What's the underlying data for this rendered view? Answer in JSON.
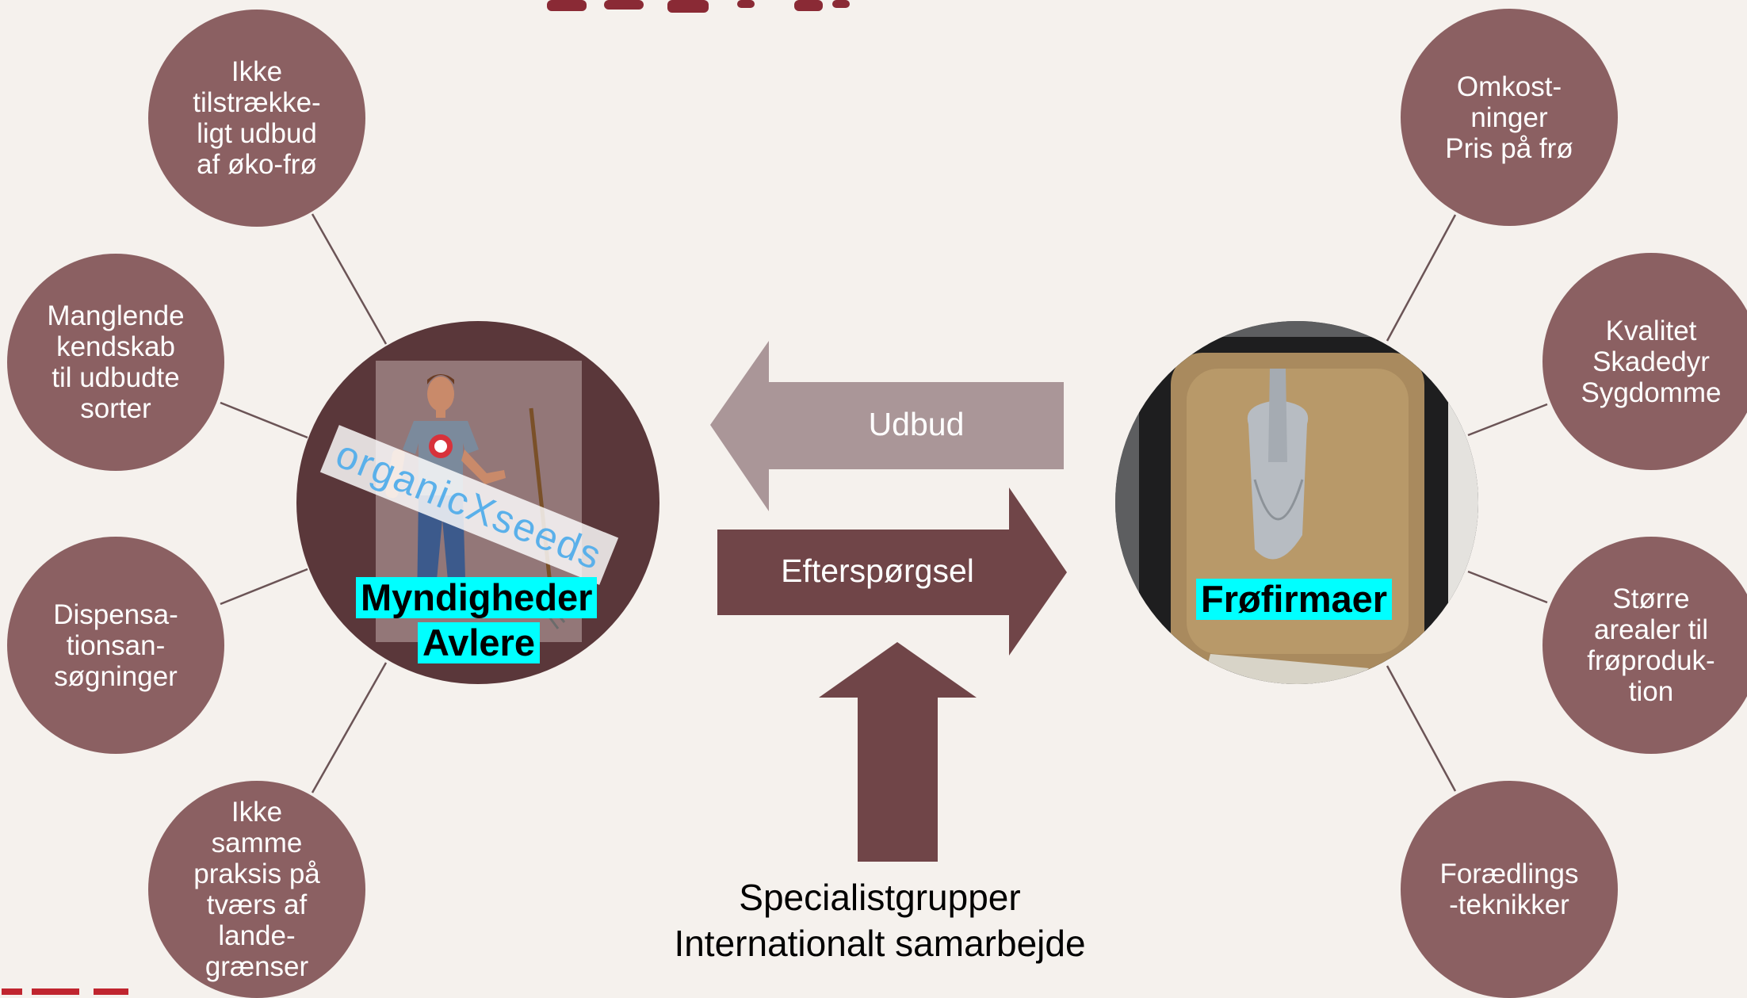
{
  "colors": {
    "background": "#f5f1ed",
    "bubble": "#8b6062",
    "arrow_dark": "#704548",
    "arrow_light": "#aa9698",
    "hub_dark": "#5a373a",
    "highlight": "#00ffff",
    "connector": "#6b5456",
    "title": "#8a2a35"
  },
  "hubs": {
    "left": {
      "line1": "Myndigheder",
      "line2": "Avlere",
      "watermark": "organicXseeds",
      "image": "farmer-with-pitchfork-icon"
    },
    "right": {
      "label": "Frøfirmaer",
      "image": "seed-scoop-tray-photo"
    }
  },
  "left_bubbles": [
    {
      "text": "Ikke\ntilstrække-\nligt udbud\naf øko-frø"
    },
    {
      "text": "Manglende\nkendskab\ntil udbudte\nsorter"
    },
    {
      "text": "Dispensa-\ntionsan-\nsøgninger"
    },
    {
      "text": "Ikke\nsamme\npraksis på\ntværs af\nlande-\ngrænser"
    }
  ],
  "right_bubbles": [
    {
      "text": "Omkost-\nninger\nPris på frø"
    },
    {
      "text": "Kvalitet\nSkadedyr\nSygdomme"
    },
    {
      "text": "Større\narealer til\nfrøproduk-\ntion"
    },
    {
      "text": "Forædlings\n-teknikker"
    }
  ],
  "arrows": {
    "supply": "Udbud",
    "demand": "Efterspørgsel"
  },
  "footer": {
    "text": "Specialistgrupper\nInternationalt samarbejde"
  }
}
